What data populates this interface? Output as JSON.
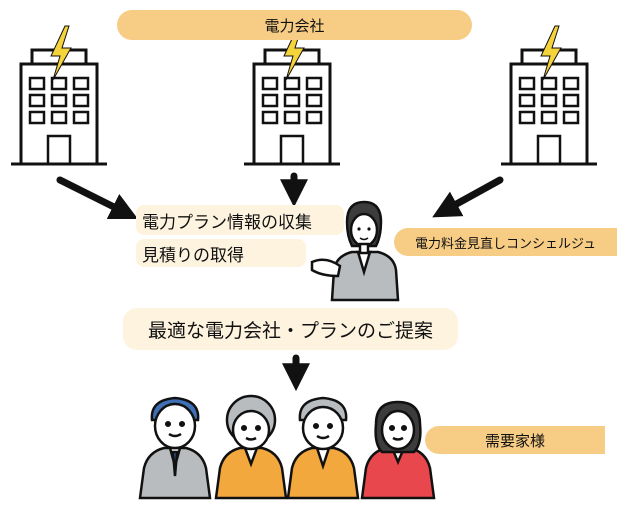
{
  "labels": {
    "power_company": "電力会社",
    "collect_info": "電力プラン情報の収集",
    "get_estimate": "見積りの取得",
    "concierge": "電力料金見直しコンシェルジュ",
    "proposal": "最適な電力会社・プランのご提案",
    "consumer": "需要家様"
  },
  "colors": {
    "banner_orange": "#f7cc84",
    "banner_cream": "#fdf3df",
    "lightning": "#f5d33b",
    "outline": "#111111"
  },
  "icons": [
    "building-icon",
    "lightning-icon",
    "concierge-woman-icon",
    "customer-group-icon"
  ]
}
